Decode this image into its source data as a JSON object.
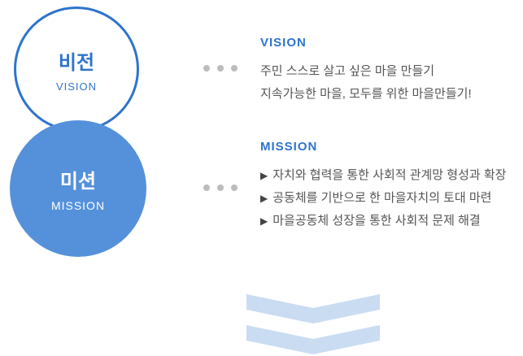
{
  "colors": {
    "accent_blue": "#2e74cc",
    "circle_fill_blue": "#5591db",
    "body_text": "#555555",
    "dot_gray": "#bcbcbc",
    "chevron_light_blue": "#c9dcf2"
  },
  "diagram": {
    "vision_circle": {
      "ko": "비전",
      "en": "VISION"
    },
    "mission_circle": {
      "ko": "미션",
      "en": "MISSION"
    },
    "vision": {
      "heading": "VISION",
      "lines": [
        "주민 스스로 살고 싶은 마을 만들기",
        "지속가능한 마을, 모두를 위한 마을만들기!"
      ]
    },
    "mission": {
      "heading": "MISSION",
      "bullet": "▶",
      "items": [
        "자치와 협력을 통한 사회적 관계망 형성과 확장",
        "공동체를 기반으로 한 마을자치의 토대 마련",
        "마을공동체 성장을 통한 사회적 문제 해결"
      ]
    }
  }
}
